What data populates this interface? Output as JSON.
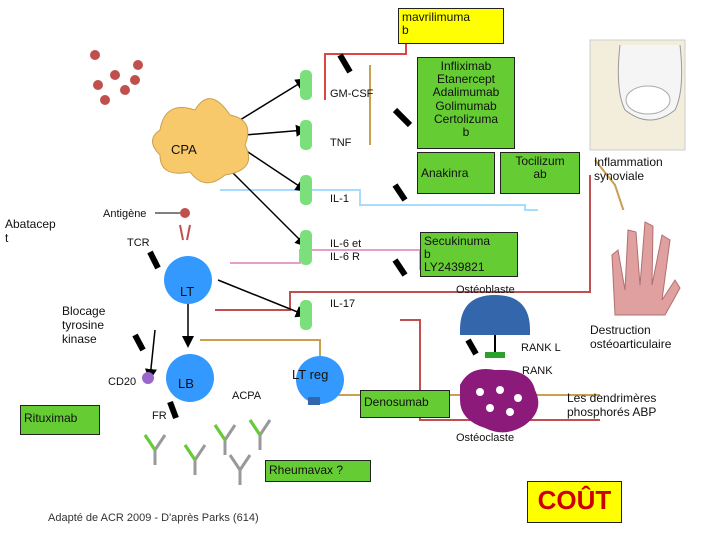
{
  "labels": {
    "gmcsf": "GM-CSF",
    "tnf": "TNF",
    "il1": "IL-1",
    "il6": "IL-6 et\nIL-6 R",
    "il17": "IL-17",
    "antigen": "Antigène",
    "tcr": "TCR",
    "cd20": "CD20",
    "fr": "FR",
    "acpa": "ACPA",
    "rankl": "RANK L",
    "rank": "RANK",
    "osteoblaste": "Ostéoblaste",
    "osteoclaste": "Ostéoclaste",
    "inflammation": "Inflammation\nsynoviale",
    "destruction": "Destruction\nostéoarticulaire",
    "dendrimeres": "Les dendrimères\nphosphorés ABP",
    "blocage": "Blocage\ntyrosine\nkinase",
    "abatacept": "Abatacep\nt",
    "source": "Adapté de ACR 2009 - D'après Parks (614)"
  },
  "cells": {
    "cpa": "CPA",
    "lt": "LT",
    "lb": "LB",
    "ltreg": "LT reg"
  },
  "drugs": {
    "mavrilimumab": "mavrilimuma\nb",
    "anti_tnf": "Infliximab\nEtanercept\nAdalimumab\nGolimumab\nCertolizuma\nb",
    "anakinra": "Anakinra",
    "tocilizumab": "Tocilizum\nab",
    "secukinumab": "Secukinuma\nb\nLY2439821",
    "denosumab": "Denosumab",
    "rituximab": "Rituximab",
    "rheumavax": "Rheumavax ?",
    "cout": "COÛT"
  },
  "colors": {
    "green": "#66cc33",
    "yellow": "#ffff00",
    "cpa": "#f7c96b",
    "cell_blue": "#3399ff",
    "bead": "#c0504d",
    "osteoclast": "#8b1a7a",
    "cout": "#cc0000"
  }
}
